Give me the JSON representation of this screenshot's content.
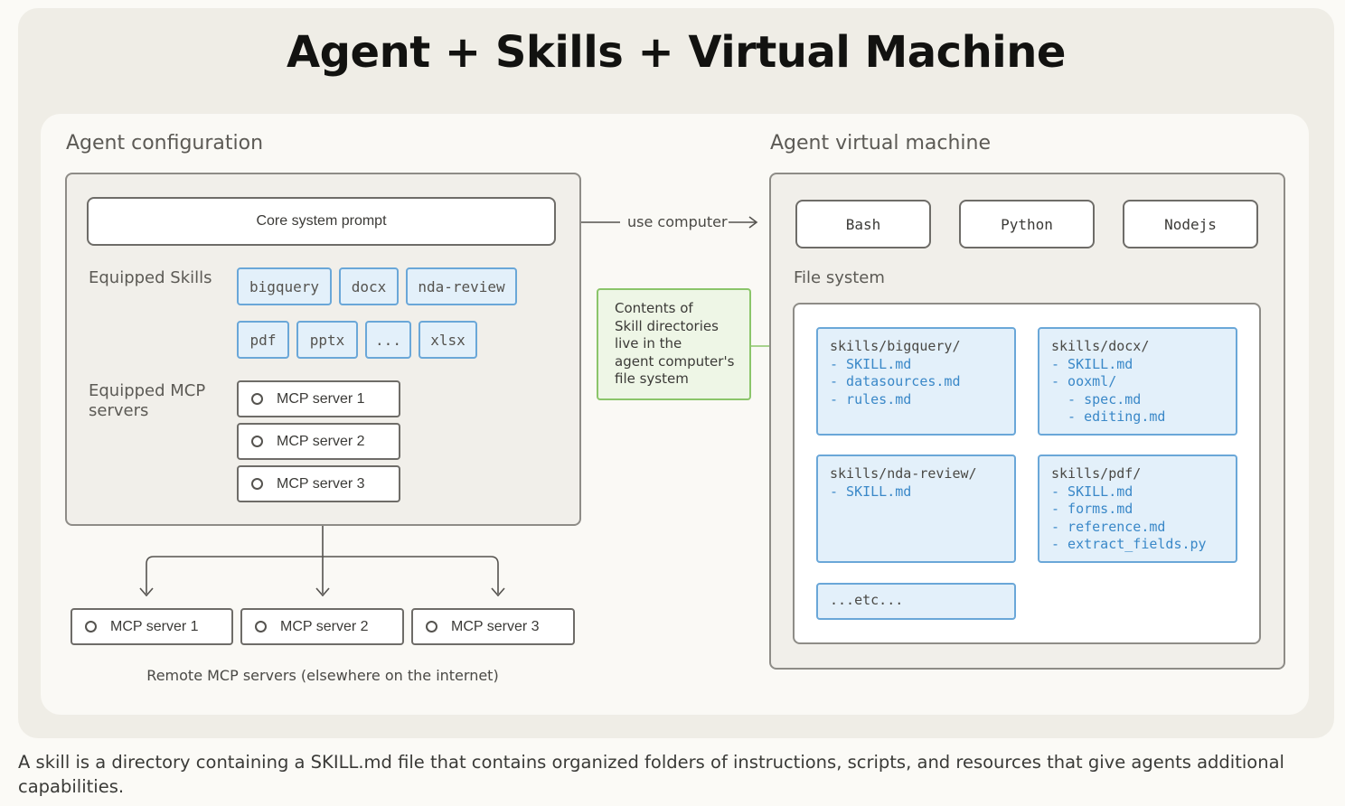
{
  "title": "Agent + Skills + Virtual Machine",
  "agent_config": {
    "heading": "Agent configuration",
    "core_prompt": "Core system prompt",
    "skills_label": "Equipped Skills",
    "skills": [
      "bigquery",
      "docx",
      "nda-review",
      "pdf",
      "pptx",
      "...",
      "xlsx"
    ],
    "mcp_label_line1": "Equipped MCP",
    "mcp_label_line2": "servers",
    "mcp_servers": [
      "MCP server 1",
      "MCP server 2",
      "MCP server 3"
    ]
  },
  "connector": {
    "use_computer": "use computer",
    "note_lines": [
      "Contents of",
      "Skill directories",
      "live in the",
      "agent computer's",
      "file system"
    ]
  },
  "vm": {
    "heading": "Agent virtual machine",
    "runtimes": [
      "Bash",
      "Python",
      "Nodejs"
    ],
    "fs_label": "File system",
    "dirs": [
      {
        "path": "skills/bigquery/",
        "files": [
          "- SKILL.md",
          "- datasources.md",
          "- rules.md"
        ]
      },
      {
        "path": "skills/docx/",
        "files": [
          "- SKILL.md",
          "- ooxml/",
          "  - spec.md",
          "  - editing.md"
        ]
      },
      {
        "path": "skills/nda-review/",
        "files": [
          "- SKILL.md"
        ]
      },
      {
        "path": "skills/pdf/",
        "files": [
          "- SKILL.md",
          "- forms.md",
          "- reference.md",
          "- extract_fields.py"
        ]
      }
    ],
    "etc": "...etc..."
  },
  "remote": {
    "servers": [
      "MCP server 1",
      "MCP server 2",
      "MCP server 3"
    ],
    "caption": "Remote MCP servers (elsewhere on the internet)"
  },
  "caption": "A skill is a directory containing a SKILL.md file that contains organized folders of instructions, scripts, and resources that give agents additional capabilities.",
  "colors": {
    "skill_fill": "#e3f0fa",
    "skill_border": "#6aa7d8",
    "note_fill": "#eef6e6",
    "note_border": "#8bc56a"
  }
}
